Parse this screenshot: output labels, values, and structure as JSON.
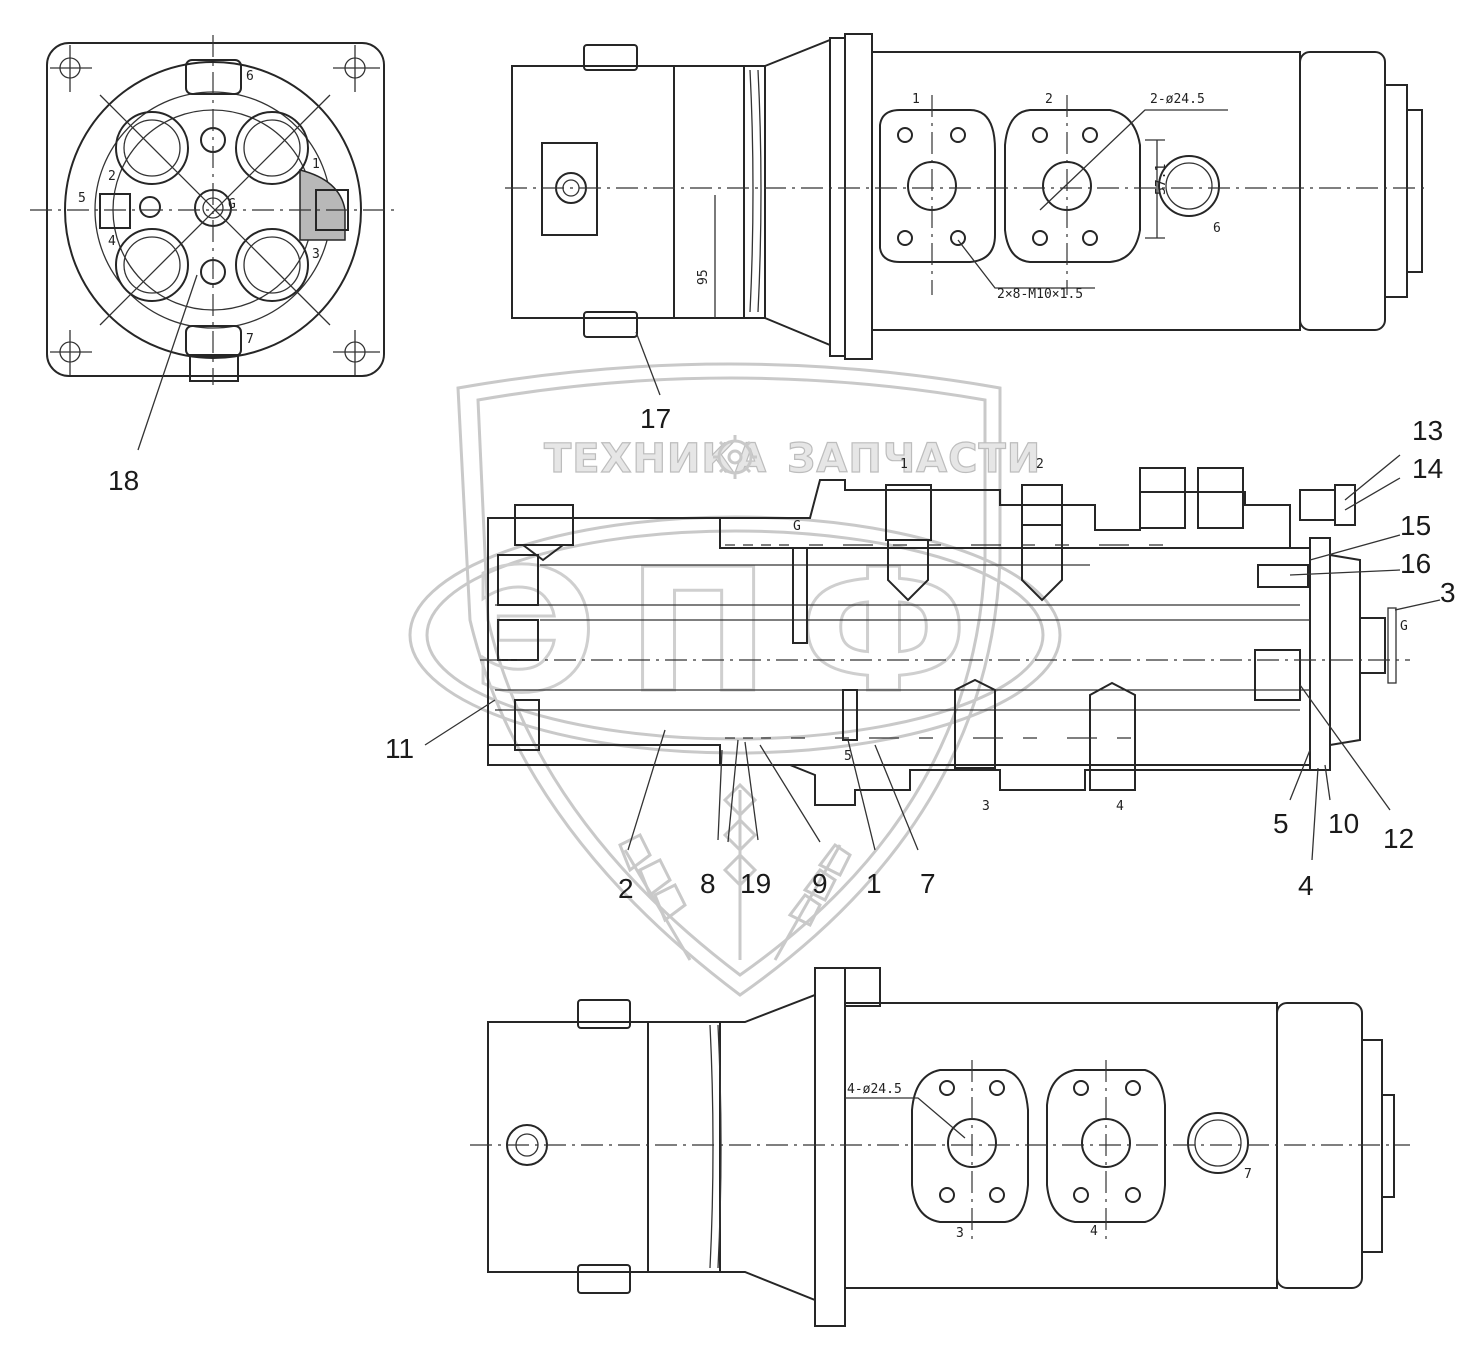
{
  "watermark": {
    "brand_left": "ТЕХНИКА",
    "brand_right": "ЗАПЧАСТИ",
    "logo_letters": "ЭПФ"
  },
  "end_view": {
    "port_labels": [
      "1",
      "2",
      "3",
      "4",
      "5",
      "6",
      "7",
      "G"
    ],
    "callout": "18"
  },
  "top_view": {
    "port_labels": [
      "1",
      "2",
      "6"
    ],
    "dim_bore": "2-ø24.5",
    "dim_57": "57.1",
    "dim_95": "95",
    "dim_thread": "2×8-M10×1.5",
    "callout": "17"
  },
  "section_view": {
    "port_labels": [
      "1",
      "2",
      "3",
      "4",
      "5",
      "G",
      "G"
    ],
    "callouts": [
      "13",
      "14",
      "15",
      "16",
      "3",
      "11",
      "2",
      "8",
      "19",
      "9",
      "1",
      "7",
      "5",
      "10",
      "12",
      "4"
    ]
  },
  "bottom_view": {
    "port_labels": [
      "3",
      "4",
      "7"
    ],
    "dim_bore": "4-ø24.5"
  }
}
